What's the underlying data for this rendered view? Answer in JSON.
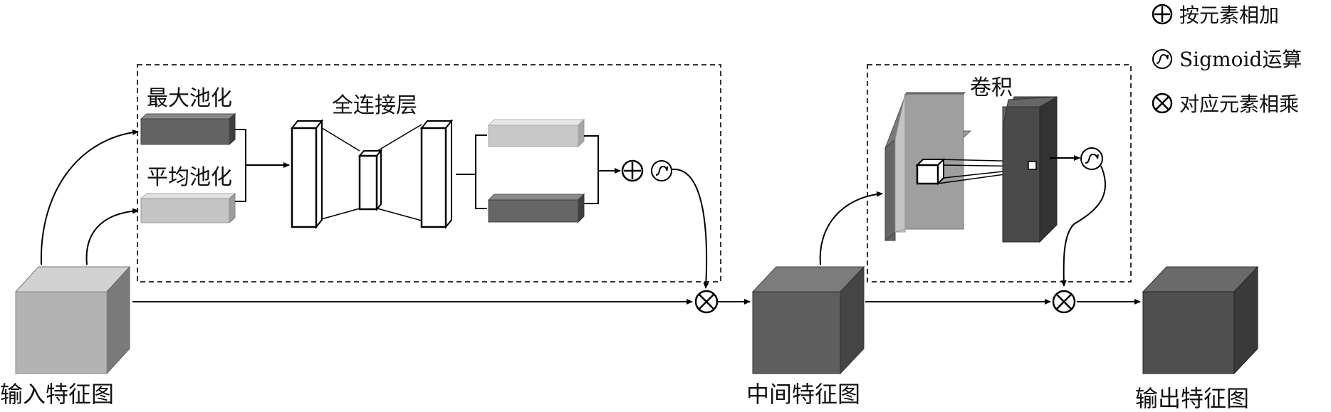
{
  "legend": {
    "add": "按元素相加",
    "sigmoid": "Sigmoid运算",
    "multiply": "对应元素相乘"
  },
  "channel_module": {
    "max_pool": "最大池化",
    "avg_pool": "平均池化",
    "fc_layer": "全连接层"
  },
  "spatial_module": {
    "conv": "卷积"
  },
  "features": {
    "input": "输入特征图",
    "middle": "中间特征图",
    "output": "输出特征图"
  },
  "colors": {
    "light_gray": "#bdbdbd",
    "mid_gray": "#8f8f8f",
    "dark_gray": "#5e5e5e",
    "darker_gray": "#4a4a4a",
    "line": "#000000"
  }
}
